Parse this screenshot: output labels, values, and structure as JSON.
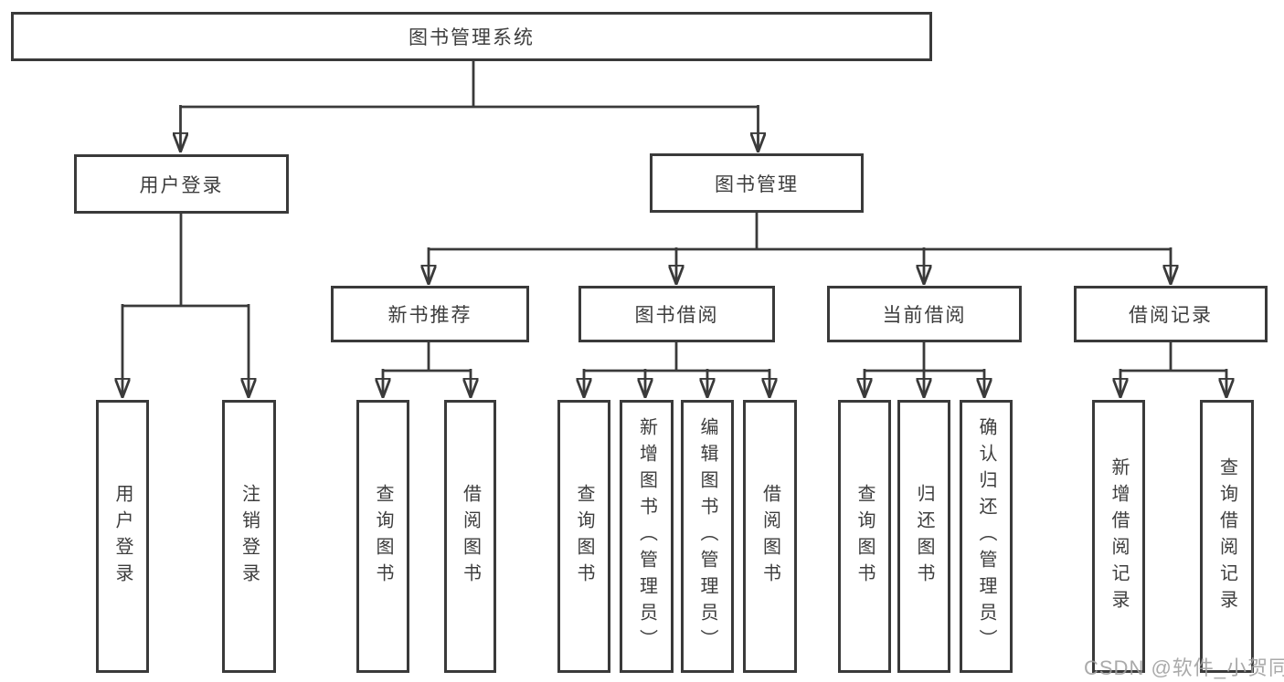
{
  "colors": {
    "line": "#3a3a3a",
    "box_border": "#3a3a3a",
    "box_background": "#ffffff",
    "text": "#3d3d3d",
    "watermark": "#9e9e9e"
  },
  "tree": {
    "root": "图书管理系统",
    "level2": {
      "user_login": "用户登录",
      "book_mgmt": "图书管理"
    },
    "level3": {
      "new_book": "新书推荐",
      "borrow": "图书借阅",
      "current": "当前借阅",
      "record": "借阅记录"
    },
    "leaves": {
      "user_login_a": "用户登录",
      "user_login_b": "注销登录",
      "new_book_a": "查询图书",
      "new_book_b": "借阅图书",
      "borrow_a": "查询图书",
      "borrow_b": "新增图书（管理员）",
      "borrow_c": "编辑图书（管理员）",
      "borrow_d": "借阅图书",
      "current_a": "查询图书",
      "current_b": "归还图书",
      "current_c": "确认归还（管理员）",
      "record_a": "新增借阅记录",
      "record_b": "查询借阅记录"
    }
  },
  "watermark": "CSDN @软件_小贺同学"
}
